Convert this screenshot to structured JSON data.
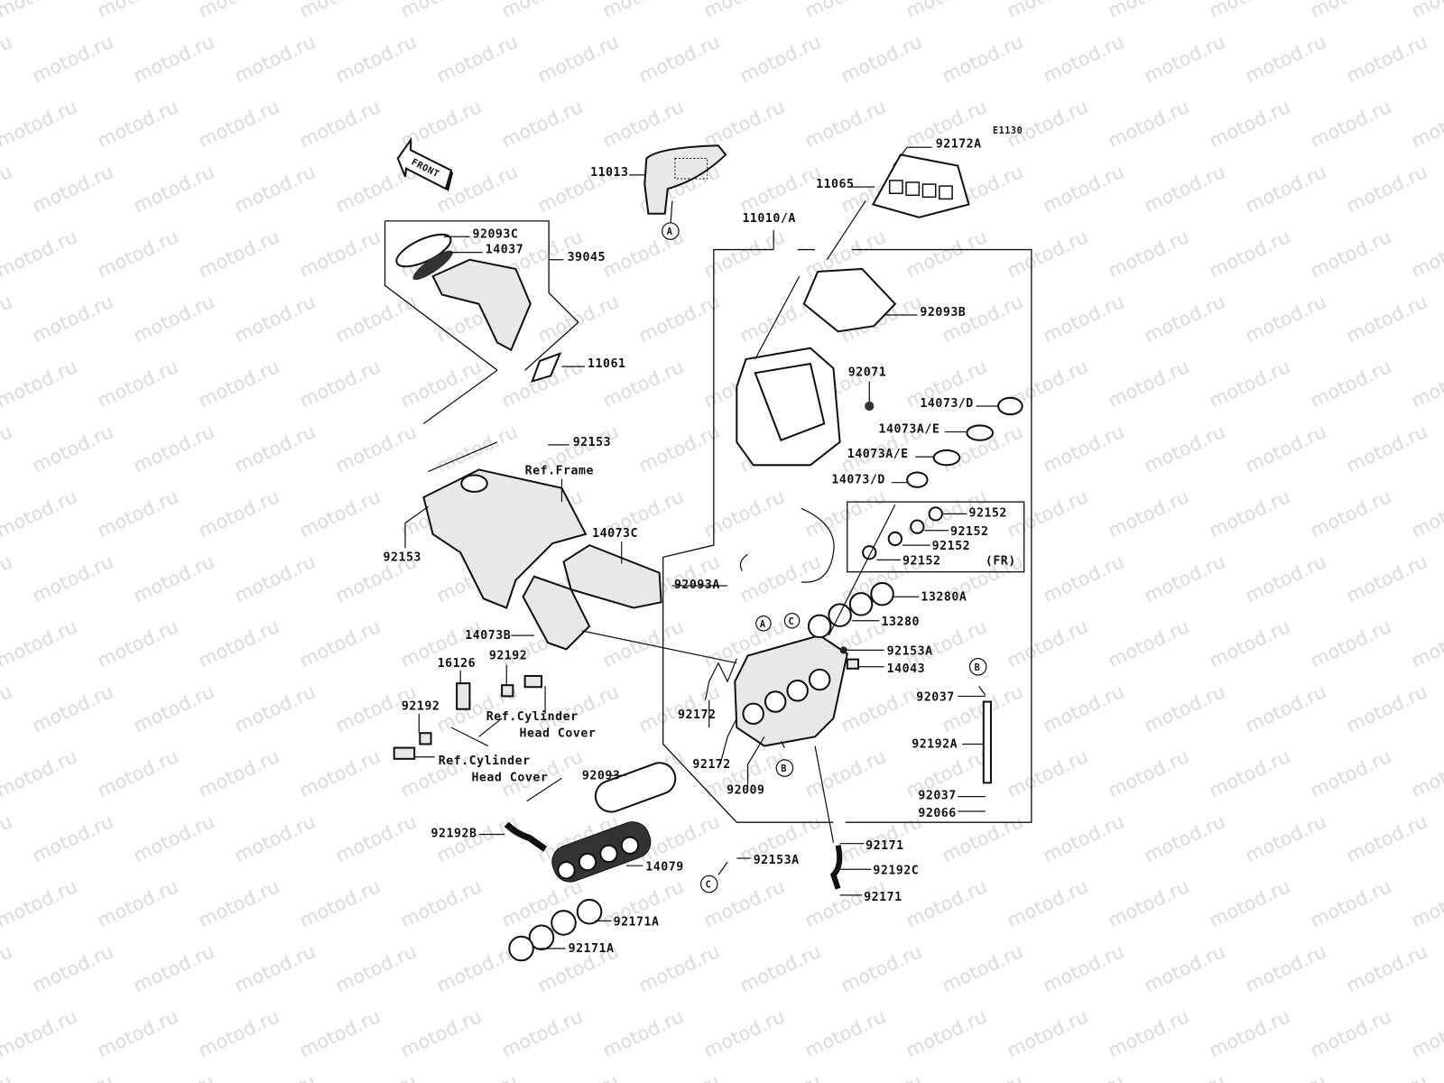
{
  "diagram": {
    "code": "E1130",
    "watermark": "motod.ru",
    "front_arrow": "FRONT",
    "labels": {
      "p92172A": "92172A",
      "p11013": "11013",
      "p11065": "11065",
      "p11010A": "11010/A",
      "p92093C": "92093C",
      "p14037": "14037",
      "p39045": "39045",
      "p92093B": "92093B",
      "p11061": "11061",
      "p92071": "92071",
      "p14073D_1": "14073/D",
      "p14073AE_1": "14073A/E",
      "p14073AE_2": "14073A/E",
      "p14073D_2": "14073/D",
      "p92153_1": "92153",
      "ref_frame": "Ref.Frame",
      "p92152_1": "92152",
      "p92152_2": "92152",
      "p92152_3": "92152",
      "p92152_4": "92152",
      "fr": "(FR)",
      "p92153_2": "92153",
      "p14073C": "14073C",
      "p92093A": "92093A",
      "p13280A": "13280A",
      "p13280": "13280",
      "p14073B": "14073B",
      "p92153A_1": "92153A",
      "p14043": "14043",
      "p16126": "16126",
      "p92192_1": "92192",
      "p92192_2": "92192",
      "p92037_1": "92037",
      "p92172_1": "92172",
      "p92172_2": "92172",
      "ref_cyl_1a": "Ref.Cylinder",
      "ref_cyl_1b": "Head Cover",
      "ref_cyl_2a": "Ref.Cylinder",
      "ref_cyl_2b": "Head Cover",
      "p92192A": "92192A",
      "p92009": "92009",
      "p92093": "92093",
      "p92037_2": "92037",
      "p92066": "92066",
      "p92192B": "92192B",
      "p92171_1": "92171",
      "p92153A_2": "92153A",
      "p14079": "14079",
      "p92192C": "92192C",
      "p92171_2": "92171",
      "p92171A_1": "92171A",
      "p92171A_2": "92171A"
    },
    "refs": {
      "a1": "A",
      "a2": "A",
      "b1": "B",
      "b2": "B",
      "c1": "C",
      "c2": "C"
    }
  }
}
